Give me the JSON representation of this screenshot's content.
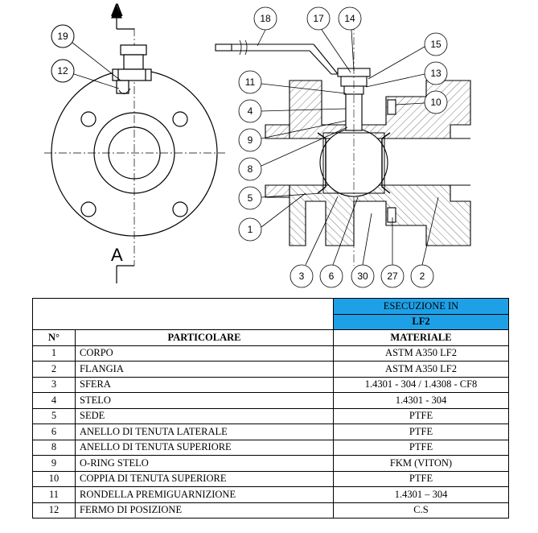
{
  "drawing": {
    "section_label": "A",
    "callouts_left": [
      "19",
      "12"
    ],
    "callouts_right": [
      "18",
      "17",
      "14",
      "15",
      "13",
      "11",
      "10",
      "4",
      "9",
      "8",
      "5",
      "1",
      "3",
      "6",
      "30",
      "27",
      "2"
    ]
  },
  "table": {
    "header_group": "ESECUZIONE IN",
    "header_grade": "LF2",
    "col_num": "N°",
    "col_part": "PARTICOLARE",
    "col_material": "MATERIALE",
    "rows": [
      {
        "n": "1",
        "part": "CORPO",
        "material": "ASTM A350 LF2"
      },
      {
        "n": "2",
        "part": "FLANGIA",
        "material": "ASTM A350 LF2"
      },
      {
        "n": "3",
        "part": "SFERA",
        "material": "1.4301 - 304 / 1.4308 - CF8"
      },
      {
        "n": "4",
        "part": "STELO",
        "material": "1.4301 - 304"
      },
      {
        "n": "5",
        "part": "SEDE",
        "material": "PTFE"
      },
      {
        "n": "6",
        "part": "ANELLO DI TENUTA LATERALE",
        "material": "PTFE"
      },
      {
        "n": "8",
        "part": "ANELLO DI TENUTA SUPERIORE",
        "material": "PTFE"
      },
      {
        "n": "9",
        "part": "O-RING STELO",
        "material": "FKM (VITON)"
      },
      {
        "n": "10",
        "part": "COPPIA DI TENUTA SUPERIORE",
        "material": "PTFE"
      },
      {
        "n": "11",
        "part": "RONDELLA PREMIGUARNIZIONE",
        "material": "1.4301 – 304"
      },
      {
        "n": "12",
        "part": "FERMO DI POSIZIONE",
        "material": "C.S"
      }
    ]
  }
}
